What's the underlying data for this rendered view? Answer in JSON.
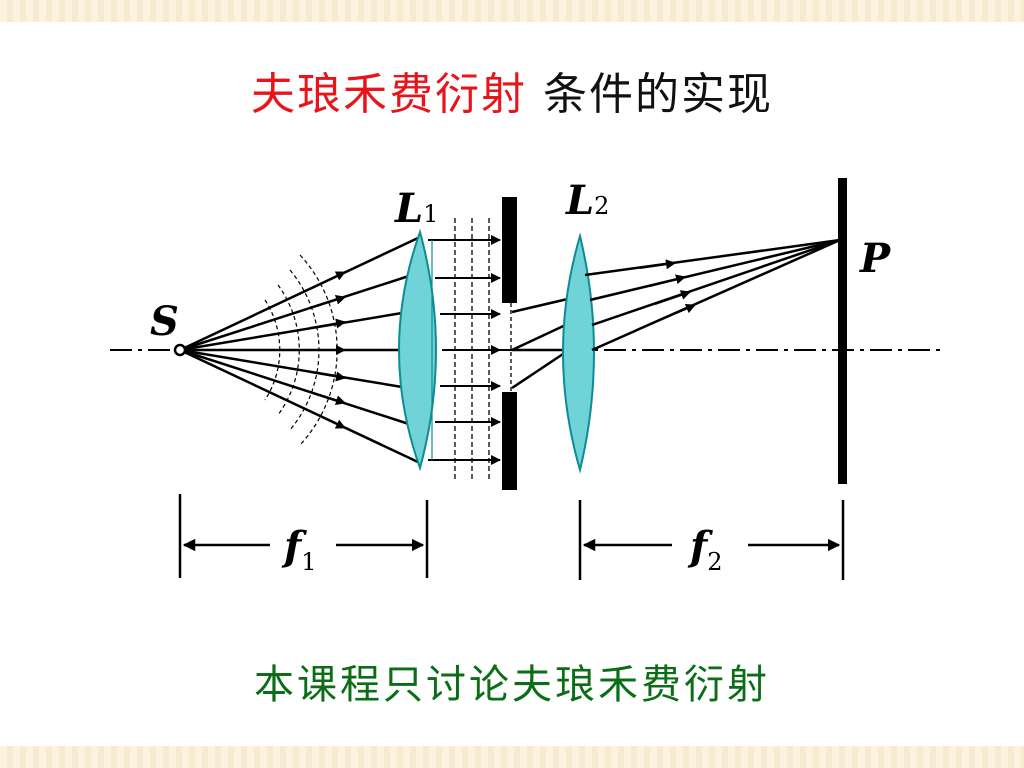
{
  "title": {
    "highlight": "夫琅禾费衍射",
    "rest": "条件的实现",
    "highlight_color": "#e8141a"
  },
  "labels": {
    "source": "S",
    "lens1": {
      "main": "L",
      "sub": "1"
    },
    "lens2": {
      "main": "L",
      "sub": "2"
    },
    "point": "P",
    "focal1": {
      "main": "f",
      "sub": "1"
    },
    "focal2": {
      "main": "f",
      "sub": "2"
    }
  },
  "footer": {
    "text": "本课程只讨论夫琅禾费衍射",
    "color": "#0b6e16"
  },
  "colors": {
    "lens_fill": "#6fd3d8",
    "lens_stroke": "#0e8c94"
  }
}
